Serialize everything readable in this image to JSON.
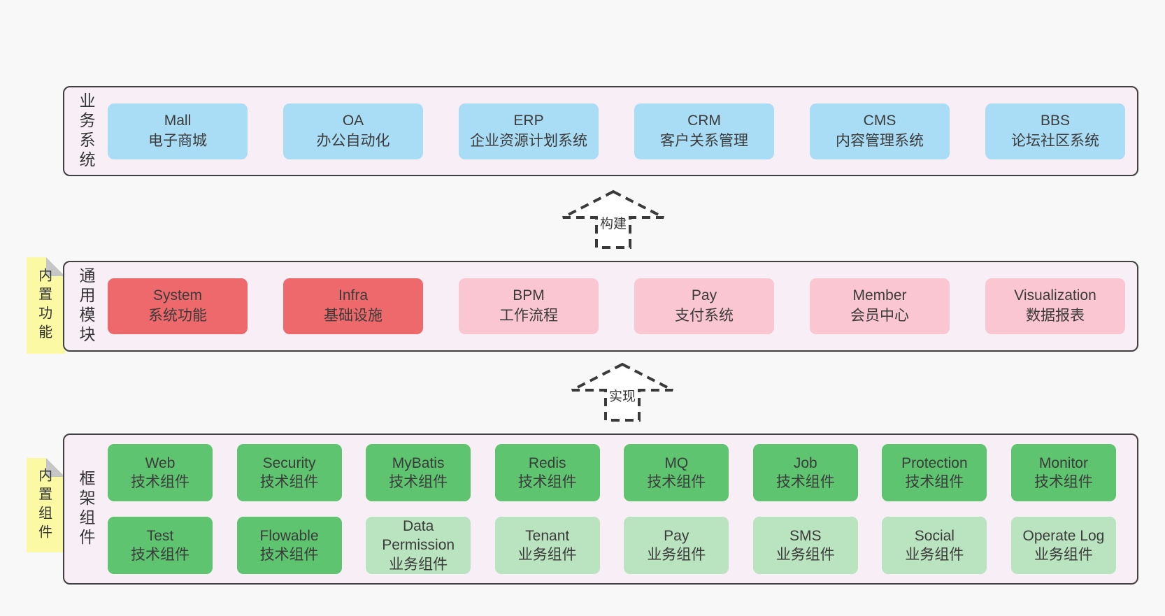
{
  "palette": {
    "page-bg": "#f8f8f8",
    "panel-bg": "#f8eef6",
    "panel-border": "#404040",
    "blue": "#a9dcf5",
    "red": "#ee696b",
    "pink": "#f9c6d1",
    "green-dark": "#5ec46f",
    "green-light": "#bae4bf",
    "sticky-yellow": "#fbf9a3",
    "sticky-fold": "#c6c6c6",
    "text": "#3b3b3b"
  },
  "arrows": [
    {
      "label": "构建"
    },
    {
      "label": "实现"
    }
  ],
  "sections": [
    {
      "id": "business-systems",
      "label": "业务系统",
      "rows": [
        [
          {
            "en": "Mall",
            "zh": "电子商城",
            "type": "blue"
          },
          {
            "en": "OA",
            "zh": "办公自动化",
            "type": "blue"
          },
          {
            "en": "ERP",
            "zh": "企业资源计划系统",
            "type": "blue"
          },
          {
            "en": "CRM",
            "zh": "客户关系管理",
            "type": "blue"
          },
          {
            "en": "CMS",
            "zh": "内容管理系统",
            "type": "blue"
          },
          {
            "en": "BBS",
            "zh": "论坛社区系统",
            "type": "blue"
          }
        ]
      ]
    },
    {
      "id": "common-modules",
      "label": "通用模块",
      "sticky": "内置功能",
      "rows": [
        [
          {
            "en": "System",
            "zh": "系统功能",
            "type": "red"
          },
          {
            "en": "Infra",
            "zh": "基础设施",
            "type": "red"
          },
          {
            "en": "BPM",
            "zh": "工作流程",
            "type": "pink"
          },
          {
            "en": "Pay",
            "zh": "支付系统",
            "type": "pink"
          },
          {
            "en": "Member",
            "zh": "会员中心",
            "type": "pink"
          },
          {
            "en": "Visualization",
            "zh": "数据报表",
            "type": "pink"
          }
        ]
      ]
    },
    {
      "id": "framework-components",
      "label": "框架组件",
      "sticky": "内置组件",
      "rows": [
        [
          {
            "en": "Web",
            "zh": "技术组件",
            "type": "green-dark"
          },
          {
            "en": "Security",
            "zh": "技术组件",
            "type": "green-dark"
          },
          {
            "en": "MyBatis",
            "zh": "技术组件",
            "type": "green-dark"
          },
          {
            "en": "Redis",
            "zh": "技术组件",
            "type": "green-dark"
          },
          {
            "en": "MQ",
            "zh": "技术组件",
            "type": "green-dark"
          },
          {
            "en": "Job",
            "zh": "技术组件",
            "type": "green-dark"
          },
          {
            "en": "Protection",
            "zh": "技术组件",
            "type": "green-dark"
          },
          {
            "en": "Monitor",
            "zh": "技术组件",
            "type": "green-dark"
          }
        ],
        [
          {
            "en": "Test",
            "zh": "技术组件",
            "type": "green-dark"
          },
          {
            "en": "Flowable",
            "zh": "技术组件",
            "type": "green-dark"
          },
          {
            "en": "Data Permission",
            "zh": "业务组件",
            "type": "green-light"
          },
          {
            "en": "Tenant",
            "zh": "业务组件",
            "type": "green-light"
          },
          {
            "en": "Pay",
            "zh": "业务组件",
            "type": "green-light"
          },
          {
            "en": "SMS",
            "zh": "业务组件",
            "type": "green-light"
          },
          {
            "en": "Social",
            "zh": "业务组件",
            "type": "green-light"
          },
          {
            "en": "Operate Log",
            "zh": "业务组件",
            "type": "green-light"
          }
        ]
      ]
    }
  ]
}
